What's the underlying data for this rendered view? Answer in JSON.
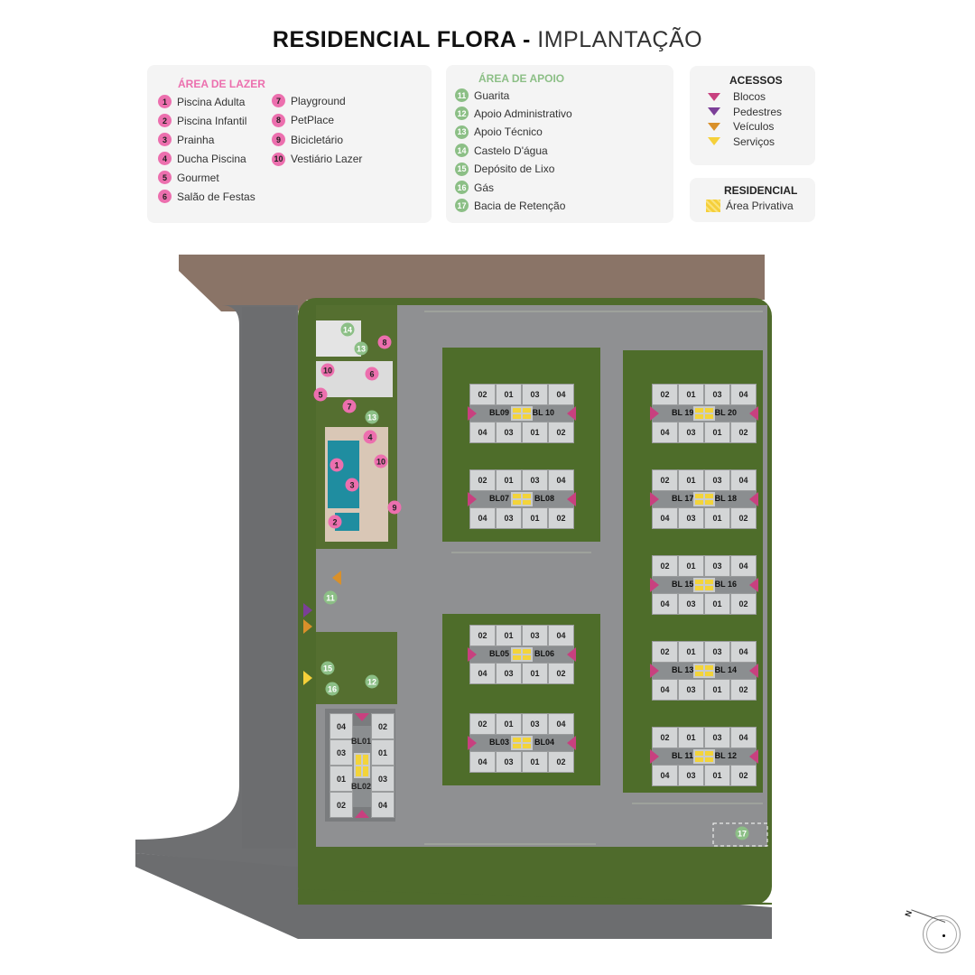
{
  "title": {
    "bold": "RESIDENCIAL FLORA -",
    "light": "IMPLANTAÇÃO"
  },
  "legend": {
    "lazer": {
      "heading": "ÁREA DE LAZER",
      "color": "#ec6fae",
      "items": [
        {
          "n": "1",
          "label": "Piscina Adulta"
        },
        {
          "n": "2",
          "label": "Piscina Infantil"
        },
        {
          "n": "3",
          "label": "Prainha"
        },
        {
          "n": "4",
          "label": "Ducha Piscina"
        },
        {
          "n": "5",
          "label": "Gourmet"
        },
        {
          "n": "6",
          "label": "Salão de Festas"
        },
        {
          "n": "7",
          "label": "Playground"
        },
        {
          "n": "8",
          "label": "PetPlace"
        },
        {
          "n": "9",
          "label": "Bicicletário"
        },
        {
          "n": "10",
          "label": "Vestiário Lazer"
        }
      ]
    },
    "apoio": {
      "heading": "ÁREA DE APOIO",
      "color": "#8cbf86",
      "items": [
        {
          "n": "11",
          "label": "Guarita"
        },
        {
          "n": "12",
          "label": "Apoio Administrativo"
        },
        {
          "n": "13",
          "label": "Apoio Técnico"
        },
        {
          "n": "14",
          "label": "Castelo D'água"
        },
        {
          "n": "15",
          "label": "Depósito de Lixo"
        },
        {
          "n": "16",
          "label": "Gás"
        },
        {
          "n": "17",
          "label": "Bacia de Retenção"
        }
      ]
    },
    "acessos": {
      "heading": "ACESSOS",
      "items": [
        {
          "label": "Blocos",
          "color": "#c8407f"
        },
        {
          "label": "Pedestres",
          "color": "#7b3f98"
        },
        {
          "label": "Veículos",
          "color": "#d9902a"
        },
        {
          "label": "Serviços",
          "color": "#f5d03a"
        }
      ]
    },
    "residencial": {
      "heading": "RESIDENCIAL",
      "item": "Área Privativa",
      "color": "#f5cf3a"
    }
  },
  "map": {
    "markers": [
      {
        "n": "14",
        "type": "apoio"
      },
      {
        "n": "13",
        "type": "apoio"
      },
      {
        "n": "8",
        "type": "lazer"
      },
      {
        "n": "10",
        "type": "lazer"
      },
      {
        "n": "6",
        "type": "lazer"
      },
      {
        "n": "5",
        "type": "lazer"
      },
      {
        "n": "7",
        "type": "lazer"
      },
      {
        "n": "13",
        "type": "apoio"
      },
      {
        "n": "4",
        "type": "lazer"
      },
      {
        "n": "10",
        "type": "lazer"
      },
      {
        "n": "1",
        "type": "lazer"
      },
      {
        "n": "3",
        "type": "lazer"
      },
      {
        "n": "9",
        "type": "lazer"
      },
      {
        "n": "2",
        "type": "lazer"
      },
      {
        "n": "11",
        "type": "apoio"
      },
      {
        "n": "15",
        "type": "apoio"
      },
      {
        "n": "16",
        "type": "apoio"
      },
      {
        "n": "12",
        "type": "apoio"
      },
      {
        "n": "17",
        "type": "apoio"
      }
    ],
    "blocks": [
      {
        "left": "BL09",
        "right": "BL 10",
        "top": [
          "02",
          "01",
          "03",
          "04"
        ],
        "bottom": [
          "04",
          "03",
          "01",
          "02"
        ]
      },
      {
        "left": "BL07",
        "right": "BL08",
        "top": [
          "02",
          "01",
          "03",
          "04"
        ],
        "bottom": [
          "04",
          "03",
          "01",
          "02"
        ]
      },
      {
        "left": "BL05",
        "right": "BL06",
        "top": [
          "02",
          "01",
          "03",
          "04"
        ],
        "bottom": [
          "04",
          "03",
          "01",
          "02"
        ]
      },
      {
        "left": "BL03",
        "right": "BL04",
        "top": [
          "02",
          "01",
          "03",
          "04"
        ],
        "bottom": [
          "04",
          "03",
          "01",
          "02"
        ]
      },
      {
        "left": "BL 19",
        "right": "BL 20",
        "top": [
          "02",
          "01",
          "03",
          "04"
        ],
        "bottom": [
          "04",
          "03",
          "01",
          "02"
        ]
      },
      {
        "left": "BL 17",
        "right": "BL 18",
        "top": [
          "02",
          "01",
          "03",
          "04"
        ],
        "bottom": [
          "04",
          "03",
          "01",
          "02"
        ]
      },
      {
        "left": "BL 15",
        "right": "BL 16",
        "top": [
          "02",
          "01",
          "03",
          "04"
        ],
        "bottom": [
          "04",
          "03",
          "01",
          "02"
        ]
      },
      {
        "left": "BL 13",
        "right": "BL 14",
        "top": [
          "02",
          "01",
          "03",
          "04"
        ],
        "bottom": [
          "04",
          "03",
          "01",
          "02"
        ]
      },
      {
        "left": "BL 11",
        "right": "BL 12",
        "top": [
          "02",
          "01",
          "03",
          "04"
        ],
        "bottom": [
          "04",
          "03",
          "01",
          "02"
        ]
      }
    ],
    "vblock": {
      "top": "BL01",
      "bottom": "BL02",
      "left": [
        "04",
        "03",
        "01",
        "02"
      ],
      "right": [
        "02",
        "01",
        "03",
        "04"
      ]
    },
    "compass": "N"
  }
}
